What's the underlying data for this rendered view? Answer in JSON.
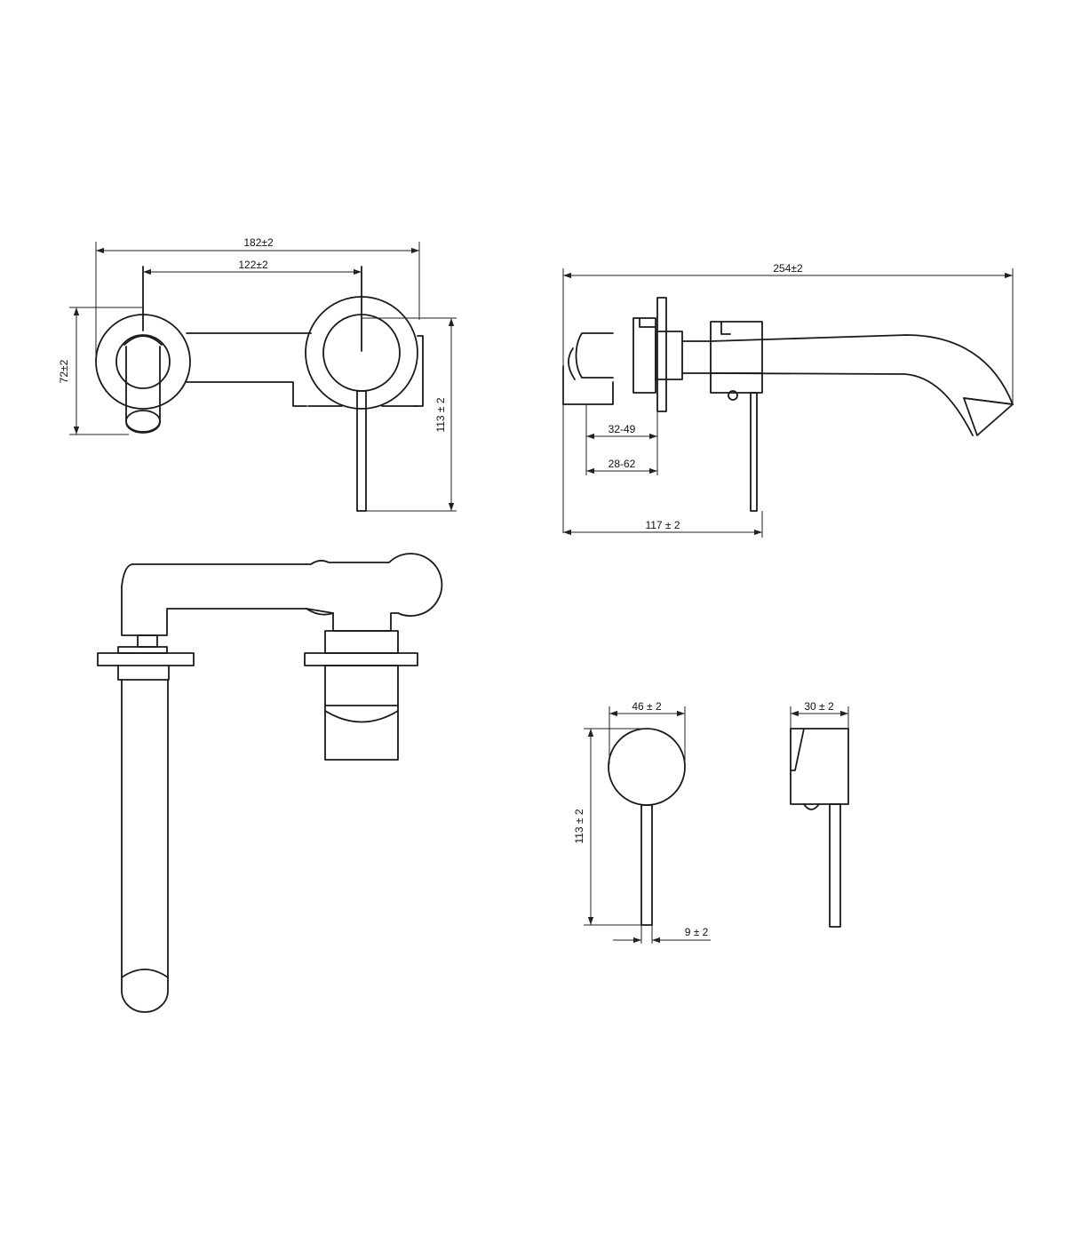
{
  "dimensions": {
    "front_overall_width": "182±2",
    "front_center_distance": "122±2",
    "front_plate_height": "72±2",
    "front_lever_height": "113 ± 2",
    "side_overall_length": "254±2",
    "side_wall_range_a": "32-49",
    "side_wall_range_b": "28-62",
    "side_projection": "117 ± 2",
    "mixer_plate_diameter": "46 ± 2",
    "mixer_lever_height": "113 ± 2",
    "mixer_lever_width": "9 ± 2",
    "mixer_depth": "30 ± 2"
  },
  "colors": {
    "line": "#1a1a1a",
    "background": "#ffffff"
  }
}
